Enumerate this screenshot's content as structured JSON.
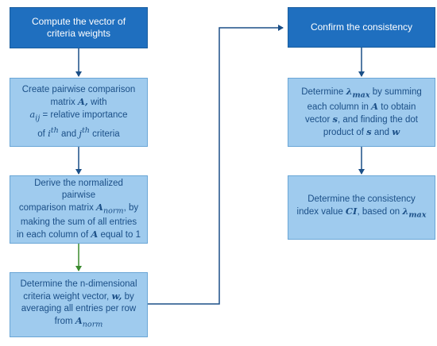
{
  "title_left": "Compute the vector of criteria weights",
  "title_right": "Confirm the consistency",
  "step1": {
    "line1": "Create pairwise comparison",
    "line2a": "matrix ",
    "line2b": "A,",
    "line2c": " with",
    "line3a": "a",
    "line3b": "ij",
    "line3c": " = relative importance",
    "line4a": "of ",
    "line4b": "i",
    "line4c": "th",
    "line4d": " and ",
    "line4e": "j",
    "line4f": "th",
    "line4g": " criteria"
  },
  "step2": {
    "line1": "Derive the normalized pairwise",
    "line2a": "comparison matrix ",
    "line2b": "A",
    "line2c": "norm",
    "line2d": ",  by",
    "line3": "making the sum of all entries",
    "line4a": "in each column of ",
    "line4b": "A",
    "line4c": " equal to 1"
  },
  "step3": {
    "line1": "Determine the n-dimensional",
    "line2a": "criteria weight vector, ",
    "line2b": "w,",
    "line2c": " by",
    "line3": "averaging all entries per row",
    "line4a": "from ",
    "line4b": "A",
    "line4c": "norm"
  },
  "step4": {
    "line1a": "Determine ",
    "line1b": "λ",
    "line1c": "max",
    "line1d": " by summing",
    "line2a": "each column in ",
    "line2b": "A",
    "line2c": "  to obtain",
    "line3a": "vector ",
    "line3b": "s",
    "line3c": ", and finding the dot",
    "line4a": "product of ",
    "line4b": "s",
    "line4c": " and ",
    "line4d": "w"
  },
  "step5": {
    "line1": "Determine the consistency",
    "line2a": "index value ",
    "line2b": "CI",
    "line2c": ", based on ",
    "line2d": "λ",
    "line2e": "max"
  },
  "colors": {
    "dark_box": "#1f6fbf",
    "light_box": "#9fcbee",
    "text": "#1b4f87",
    "arrow_blue": "#1b4f87",
    "arrow_green": "#3a8a2e"
  }
}
